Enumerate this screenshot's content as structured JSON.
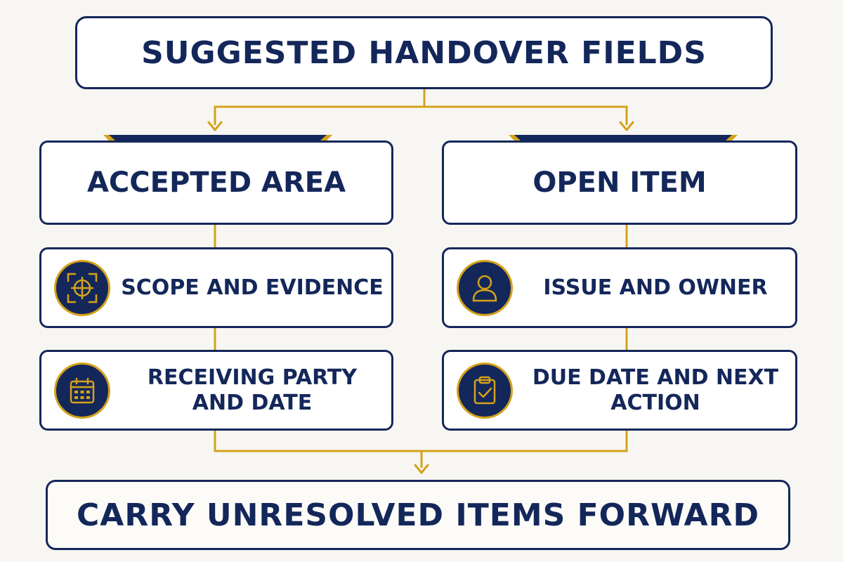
{
  "title": "SUGGESTED HANDOVER FIELDS",
  "left_column": {
    "heading": "ACCEPTED AREA",
    "items": [
      {
        "label": "SCOPE AND EVIDENCE",
        "icon": "target-crosshair-icon"
      },
      {
        "label": "RECEIVING PARTY AND DATE",
        "icon": "calendar-icon"
      }
    ]
  },
  "right_column": {
    "heading": "OPEN ITEM",
    "items": [
      {
        "label": "ISSUE AND OWNER",
        "icon": "person-icon"
      },
      {
        "label": "DUE DATE AND NEXT ACTION",
        "icon": "clipboard-check-icon"
      }
    ]
  },
  "footer": "CARRY UNRESOLVED ITEMS FORWARD",
  "colors": {
    "navy": "#14275a",
    "gold": "#d4a21a",
    "background": "#f7f6f2"
  }
}
